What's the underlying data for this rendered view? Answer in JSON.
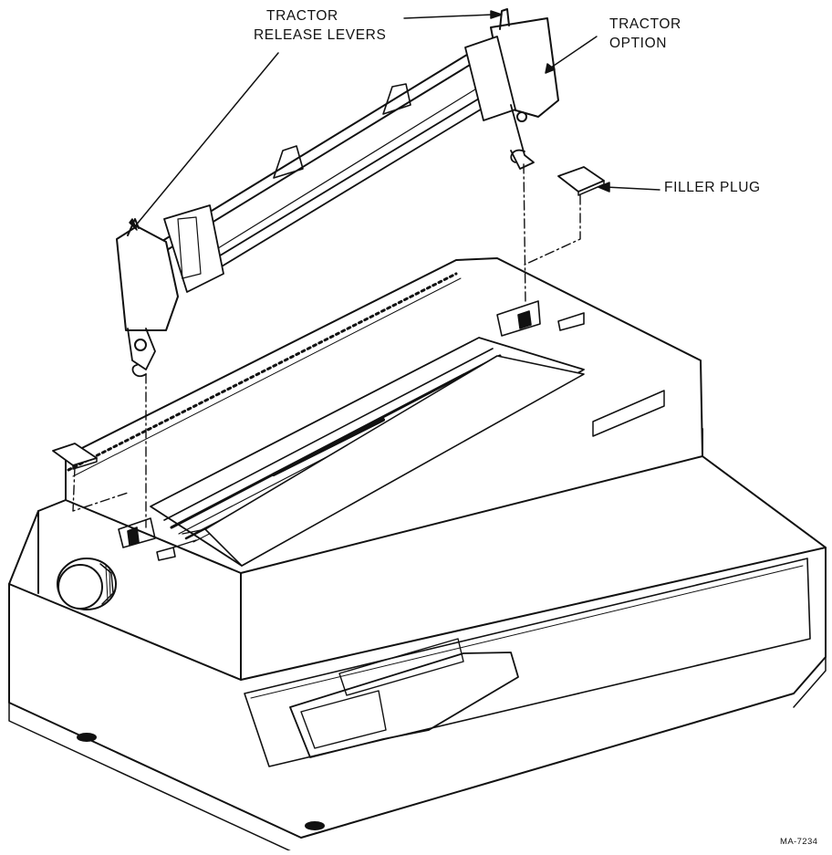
{
  "labels": {
    "tractor_release_levers": {
      "line1": "TRACTOR",
      "line2": "RELEASE LEVERS"
    },
    "tractor_option": {
      "line1": "TRACTOR",
      "line2": "OPTION"
    },
    "filler_plug": "FILLER PLUG"
  },
  "figure_number": "MA-7234",
  "colors": {
    "ink": "#111111",
    "paper": "#ffffff",
    "shade": "#dcdcdc"
  }
}
